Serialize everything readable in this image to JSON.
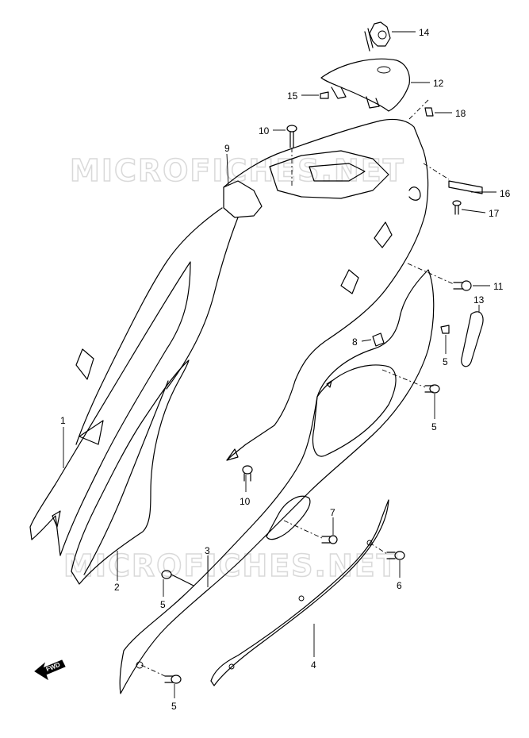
{
  "watermarks": [
    "MICROFICHES.NET",
    "MICROFICHES.NET"
  ],
  "fwd_label": "FWD",
  "callouts": [
    {
      "id": "c14",
      "label": "14"
    },
    {
      "id": "c12",
      "label": "12"
    },
    {
      "id": "c15",
      "label": "15"
    },
    {
      "id": "c18",
      "label": "18"
    },
    {
      "id": "c10a",
      "label": "10"
    },
    {
      "id": "c9",
      "label": "9"
    },
    {
      "id": "c16",
      "label": "16"
    },
    {
      "id": "c17",
      "label": "17"
    },
    {
      "id": "c11",
      "label": "11"
    },
    {
      "id": "c13",
      "label": "13"
    },
    {
      "id": "c8",
      "label": "8"
    },
    {
      "id": "c5a",
      "label": "5"
    },
    {
      "id": "c5b",
      "label": "5"
    },
    {
      "id": "c1",
      "label": "1"
    },
    {
      "id": "c10b",
      "label": "10"
    },
    {
      "id": "c7",
      "label": "7"
    },
    {
      "id": "c3",
      "label": "3"
    },
    {
      "id": "c6",
      "label": "6"
    },
    {
      "id": "c2",
      "label": "2"
    },
    {
      "id": "c5c",
      "label": "5"
    },
    {
      "id": "c4",
      "label": "4"
    },
    {
      "id": "c5d",
      "label": "5"
    }
  ]
}
